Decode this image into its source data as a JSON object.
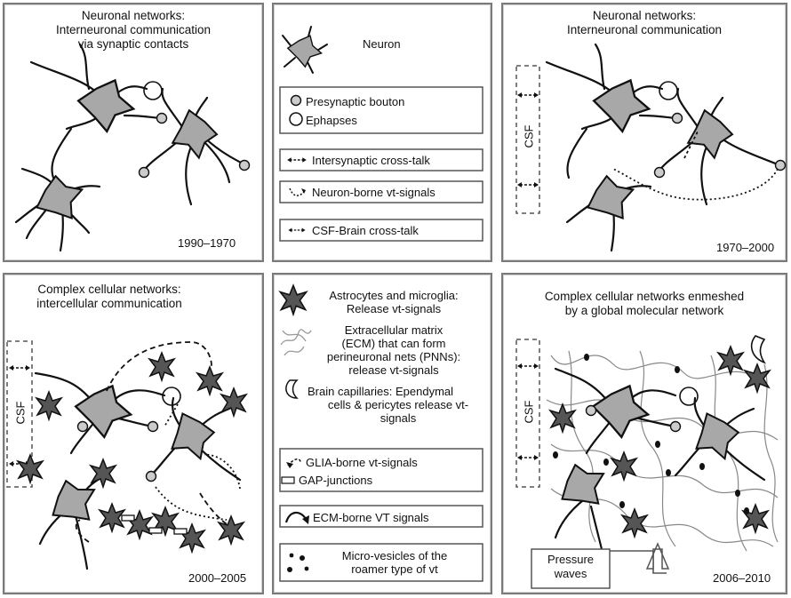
{
  "panels": {
    "p1": {
      "title": [
        "Neuronal networks:",
        "Interneuronal communication",
        "via synaptic contacts"
      ],
      "year": "1990–1970"
    },
    "p2": {
      "title": [
        "Neuronal networks:",
        "Interneuronal communication"
      ],
      "year": "1970–2000",
      "csf": "CSF"
    },
    "p3": {
      "title": [
        "Complex cellular networks:",
        "intercellular communication"
      ],
      "year": "2000–2005",
      "csf": "CSF"
    },
    "p4": {
      "title": [
        "Complex cellular networks enmeshed",
        "by a global molecular network"
      ],
      "year": "2006–2010",
      "csf": "CSF",
      "pressure": [
        "Pressure",
        "waves"
      ]
    }
  },
  "legend_top": {
    "neuron": "Neuron",
    "presynaptic": "Presynaptic bouton",
    "ephapses": "Ephapses",
    "intersynaptic": "Intersynaptic cross-talk",
    "neuron_borne": "Neuron-borne vt-signals",
    "csf_brain": "CSF-Brain cross-talk"
  },
  "legend_bottom": {
    "astro": [
      "Astrocytes and microglia:",
      "Release vt-signals"
    ],
    "ecm": [
      "Extracellular matrix",
      "(ECM) that can form",
      "perineuronal nets (PNNs):",
      "release vt-signals"
    ],
    "capillaries": [
      "Brain capillaries: Ependymal",
      "cells & pericytes release vt-",
      "signals"
    ],
    "glia_borne": "GLIA-borne vt-signals",
    "gap": "GAP-junctions",
    "ecm_borne": "ECM-borne VT signals",
    "microvesicles": [
      "Micro-vesicles of the",
      "roamer type of vt"
    ]
  },
  "colors": {
    "cell_fill": "#a8a8a8",
    "glia_fill": "#555555",
    "outline": "#111111",
    "frame": "#7a7a7a"
  }
}
